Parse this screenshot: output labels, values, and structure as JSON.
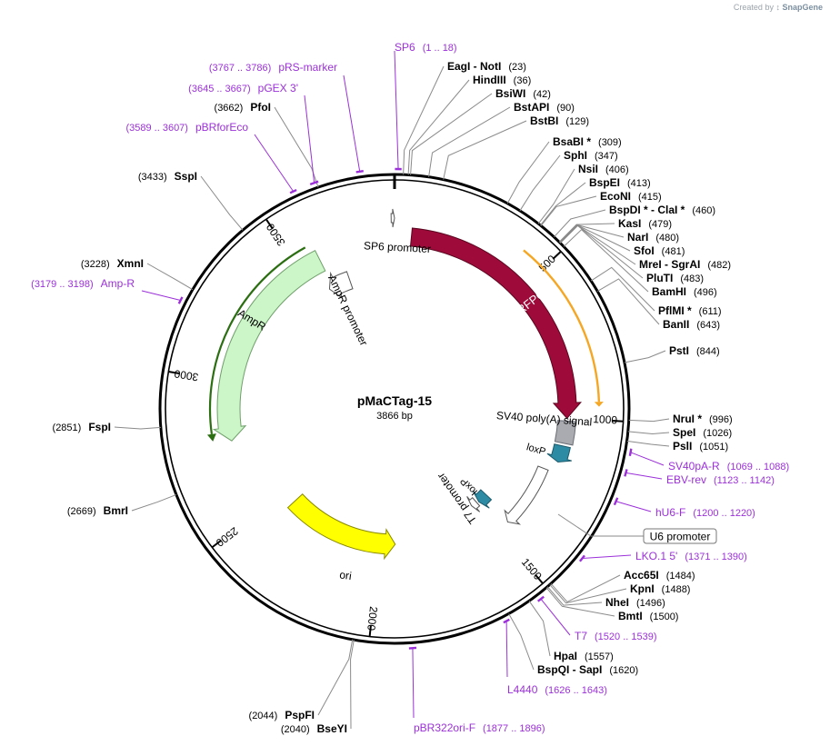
{
  "credit": {
    "prefix": "Created by",
    "brand": "SnapGene"
  },
  "map": {
    "name": "pMaCTag-15",
    "length_label": "3866 bp",
    "length": 3866
  },
  "ticks": [
    {
      "pos": 500,
      "label": "500"
    },
    {
      "pos": 1000,
      "label": "1000"
    },
    {
      "pos": 1500,
      "label": "1500"
    },
    {
      "pos": 2000,
      "label": "2000"
    },
    {
      "pos": 2500,
      "label": "2500"
    },
    {
      "pos": 3000,
      "label": "3000"
    },
    {
      "pos": 3500,
      "label": "3500"
    }
  ],
  "features": [
    {
      "name": "miRFP670",
      "type": "cds",
      "color": "#9e0b3a"
    },
    {
      "name": "SV40 poly(A) signal",
      "type": "polyA",
      "color": "#a9abb1"
    },
    {
      "name": "loxP",
      "type": "site",
      "color": "#2e8ba4"
    },
    {
      "name": "loxP",
      "type": "site",
      "color": "#2e8ba4"
    },
    {
      "name": "T7 promoter",
      "type": "promoter",
      "color": "#ffffff"
    },
    {
      "name": "SP6 promoter",
      "type": "promoter",
      "color": "#ffffff"
    },
    {
      "name": "AmpR promoter",
      "type": "promoter",
      "color": "#ffffff"
    },
    {
      "name": "AmpR",
      "type": "cds",
      "color": "#ccf5c8"
    },
    {
      "name": "ori",
      "type": "rep_origin",
      "color": "#ffff00"
    },
    {
      "name": "U6 promoter",
      "type": "promoter",
      "color": "#ffffff"
    }
  ],
  "sites_right": [
    {
      "name": "EagI  -  NotI",
      "pos": "(23)"
    },
    {
      "name": "HindIII",
      "pos": "(36)"
    },
    {
      "name": "BsiWI",
      "pos": "(42)"
    },
    {
      "name": "BstAPI",
      "pos": "(90)"
    },
    {
      "name": "BstBI",
      "pos": "(129)"
    },
    {
      "name": "BsaBI *",
      "pos": "(309)"
    },
    {
      "name": "SphI",
      "pos": "(347)"
    },
    {
      "name": "NsiI",
      "pos": "(406)"
    },
    {
      "name": "BspEI",
      "pos": "(413)"
    },
    {
      "name": "EcoNI",
      "pos": "(415)"
    },
    {
      "name": "BspDI *  -  ClaI *",
      "pos": "(460)"
    },
    {
      "name": "KasI",
      "pos": "(479)"
    },
    {
      "name": "NarI",
      "pos": "(480)"
    },
    {
      "name": "SfoI",
      "pos": "(481)"
    },
    {
      "name": "MreI  -  SgrAI",
      "pos": "(482)"
    },
    {
      "name": "PluTI",
      "pos": "(483)"
    },
    {
      "name": "BamHI",
      "pos": "(496)"
    },
    {
      "name": "PflMI *",
      "pos": "(611)"
    },
    {
      "name": "BanII",
      "pos": "(643)"
    },
    {
      "name": "PstI",
      "pos": "(844)"
    },
    {
      "name": "NruI *",
      "pos": "(996)"
    },
    {
      "name": "SpeI",
      "pos": "(1026)"
    },
    {
      "name": "PslI",
      "pos": "(1051)"
    },
    {
      "name": "Acc65I",
      "pos": "(1484)"
    },
    {
      "name": "KpnI",
      "pos": "(1488)"
    },
    {
      "name": "NheI",
      "pos": "(1496)"
    },
    {
      "name": "BmtI",
      "pos": "(1500)"
    },
    {
      "name": "HpaI",
      "pos": "(1557)"
    },
    {
      "name": "BspQI  -  SapI",
      "pos": "(1620)"
    }
  ],
  "sites_left": [
    {
      "name": "PfoI",
      "pos": "(3662)"
    },
    {
      "name": "SspI",
      "pos": "(3433)"
    },
    {
      "name": "XmnI",
      "pos": "(3228)"
    },
    {
      "name": "FspI",
      "pos": "(2851)"
    },
    {
      "name": "BmrI",
      "pos": "(2669)"
    },
    {
      "name": "PspFI",
      "pos": "(2044)"
    },
    {
      "name": "BseYI",
      "pos": "(2040)"
    }
  ],
  "primers": [
    {
      "name": "SP6",
      "range": "(1 .. 18)"
    },
    {
      "name": "pRS-marker",
      "range": "(3767 .. 3786)"
    },
    {
      "name": "pGEX 3'",
      "range": "(3645 .. 3667)"
    },
    {
      "name": "pBRforEco",
      "range": "(3589 .. 3607)"
    },
    {
      "name": "Amp-R",
      "range": "(3179 .. 3198)"
    },
    {
      "name": "SV40pA-R",
      "range": "(1069 .. 1088)"
    },
    {
      "name": "EBV-rev",
      "range": "(1123 .. 1142)"
    },
    {
      "name": "hU6-F",
      "range": "(1200 .. 1220)"
    },
    {
      "name": "LKO.1 5'",
      "range": "(1371 .. 1390)"
    },
    {
      "name": "T7",
      "range": "(1520 .. 1539)"
    },
    {
      "name": "L4440",
      "range": "(1626 .. 1643)"
    },
    {
      "name": "pBR322ori-F",
      "range": "(1877 .. 1896)"
    }
  ],
  "boxed_labels": [
    {
      "name": "U6 promoter"
    }
  ],
  "colors": {
    "primer": "#9b30d9",
    "site": "#000000",
    "leader": "#8a8a8a",
    "backbone": "#000000"
  }
}
